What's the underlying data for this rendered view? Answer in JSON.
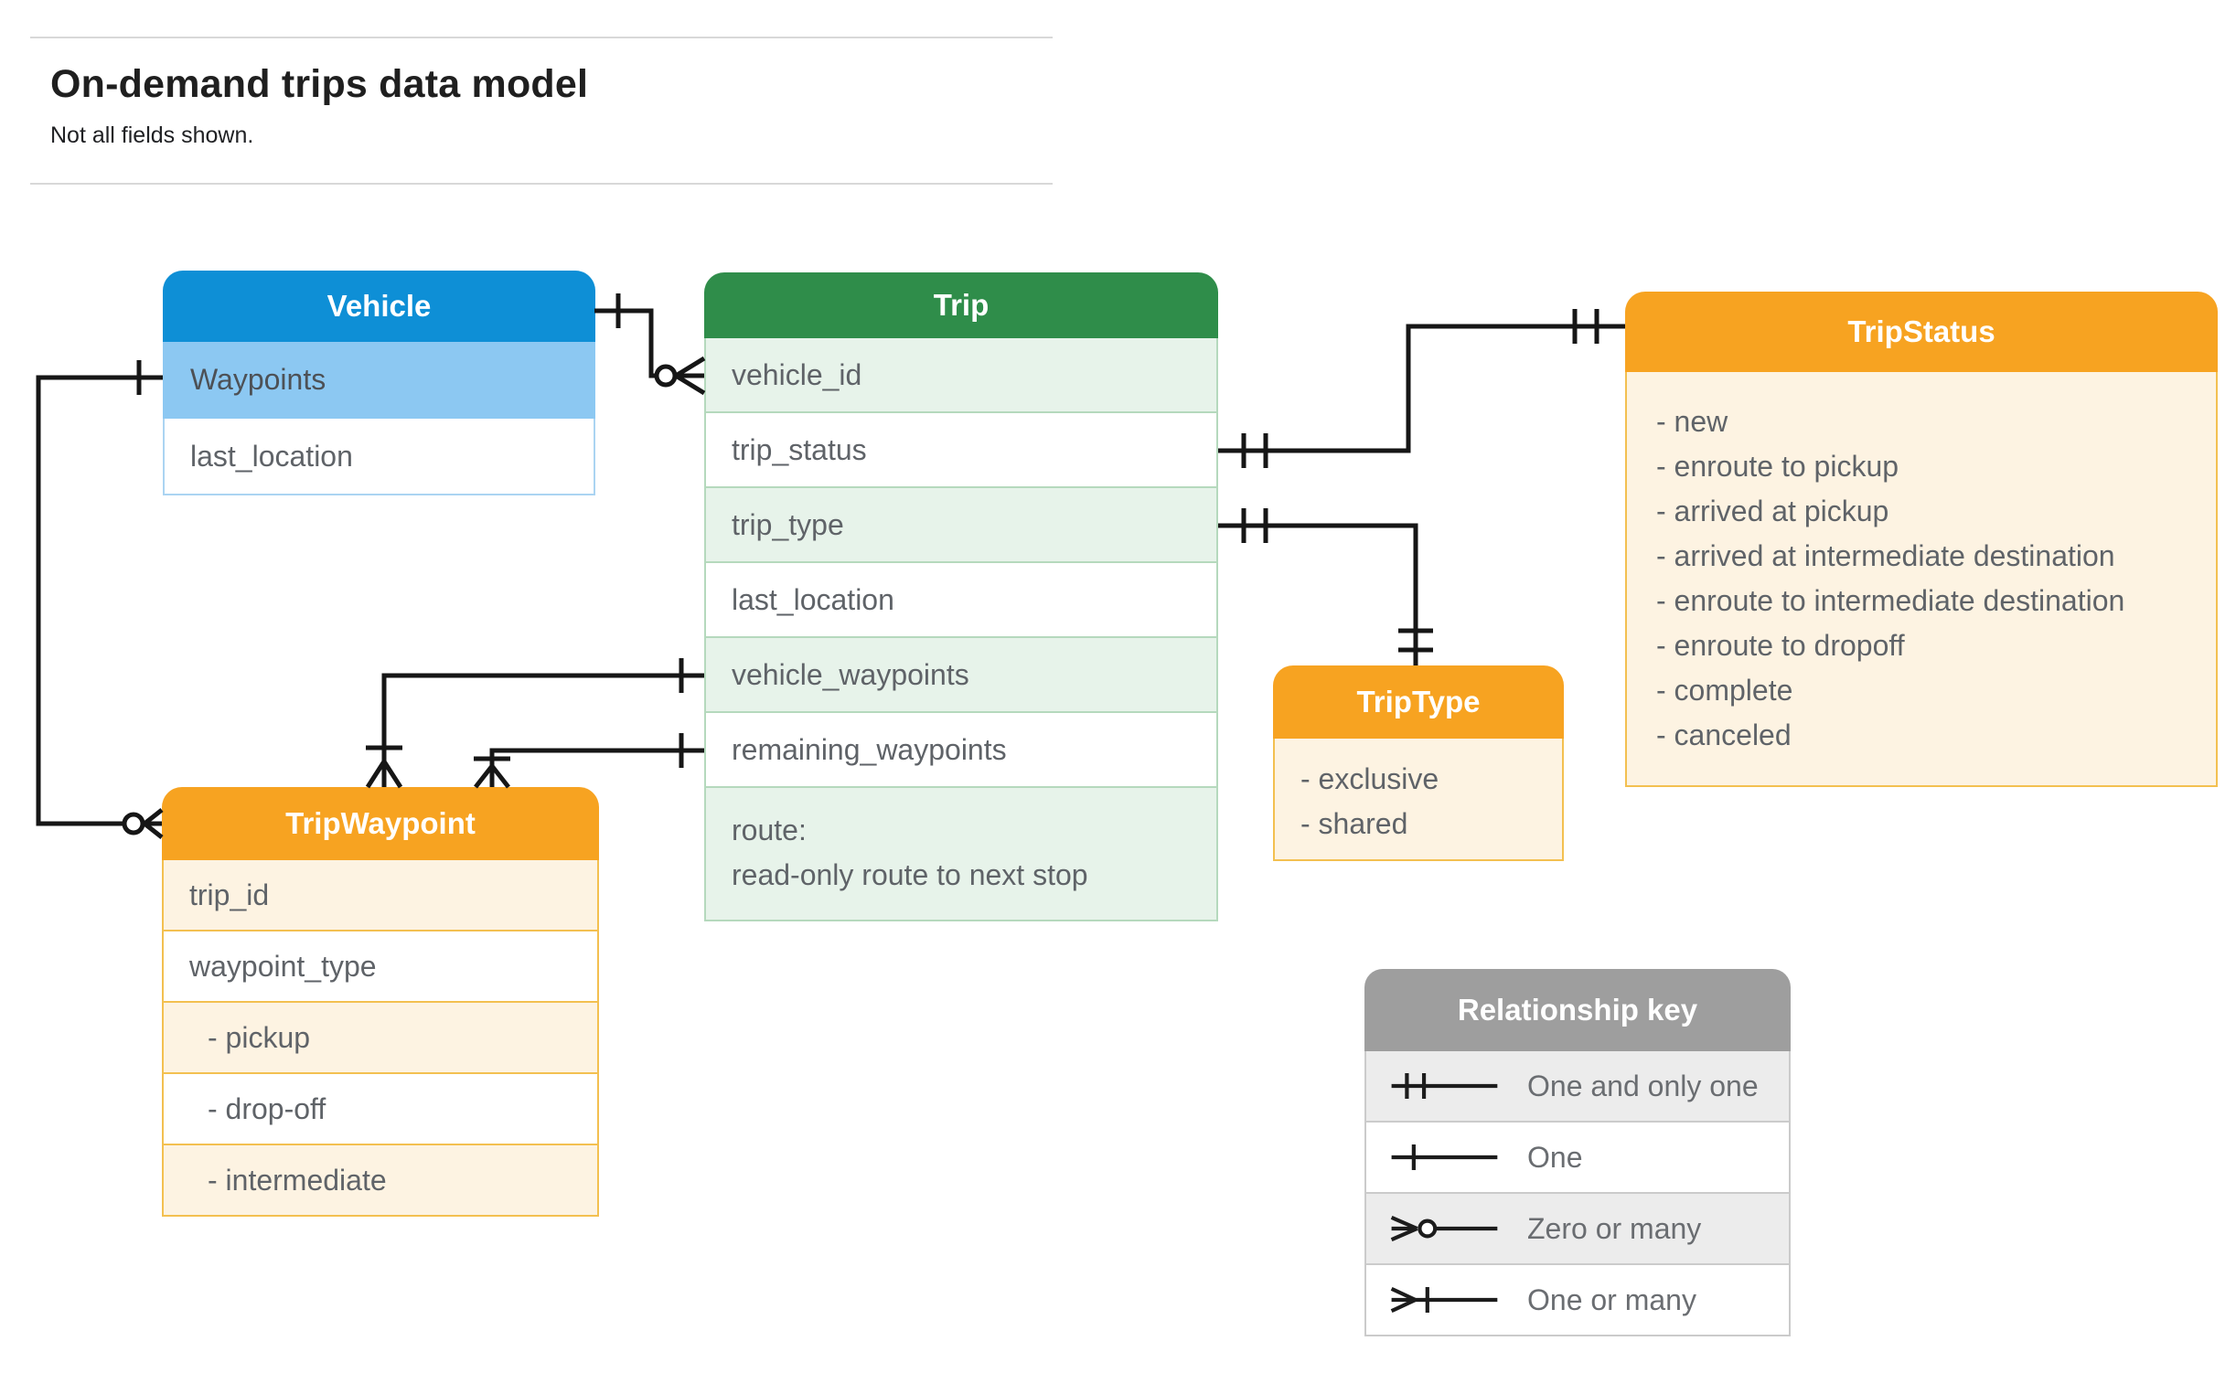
{
  "page": {
    "title": "On-demand trips data model",
    "subtitle": "Not all fields shown."
  },
  "entities": {
    "vehicle": {
      "title": "Vehicle",
      "fields": [
        "Waypoints",
        "last_location"
      ]
    },
    "trip": {
      "title": "Trip",
      "fields": [
        "vehicle_id",
        "trip_status",
        "trip_type",
        "last_location",
        "vehicle_waypoints",
        "remaining_waypoints"
      ],
      "route_field": {
        "name": "route:",
        "description": "read-only route to next stop"
      }
    },
    "tripStatus": {
      "title": "TripStatus",
      "values": [
        "- new",
        "- enroute to pickup",
        "- arrived at pickup",
        "- arrived at intermediate destination",
        "- enroute to intermediate destination",
        "- enroute to dropoff",
        "- complete",
        "- canceled"
      ]
    },
    "tripType": {
      "title": "TripType",
      "values": [
        "- exclusive",
        "- shared"
      ]
    },
    "tripWaypoint": {
      "title": "TripWaypoint",
      "fields": [
        "trip_id",
        "waypoint_type"
      ],
      "waypoint_type_values": [
        "- pickup",
        "- drop-off",
        "- intermediate"
      ]
    }
  },
  "legend": {
    "title": "Relationship key",
    "items": [
      {
        "symbol": "one-and-only-one-symbol",
        "label": "One and only one"
      },
      {
        "symbol": "one-symbol",
        "label": "One"
      },
      {
        "symbol": "zero-or-many-symbol",
        "label": "Zero or many"
      },
      {
        "symbol": "one-or-many-symbol",
        "label": "One or many"
      }
    ]
  },
  "colors": {
    "vehicle_header": "#0e8fd6",
    "vehicle_accent_row": "#8cc8f2",
    "trip_header": "#2f8d4a",
    "trip_accent_row": "#e7f3ea",
    "enum_header": "#f7a321",
    "enum_body": "#fdf3e2",
    "legend_header": "#9e9e9e",
    "legend_accent_row": "#ececec",
    "connector": "#161616",
    "field_text": "#5f6368"
  }
}
